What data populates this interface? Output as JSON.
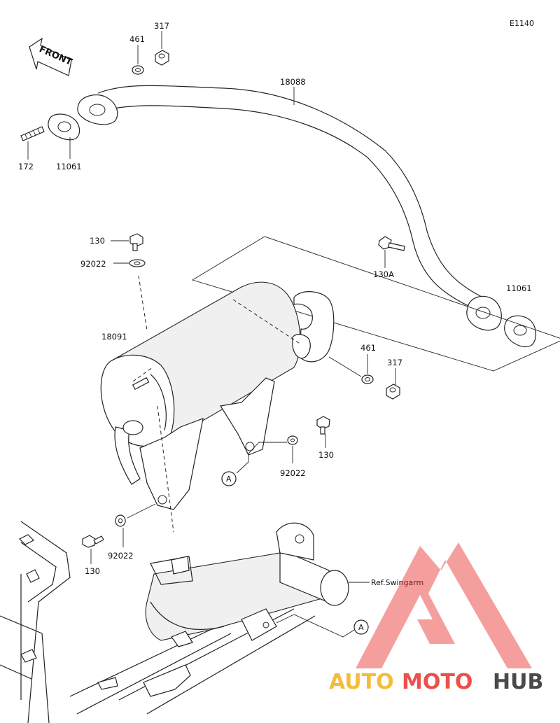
{
  "diagram": {
    "code": "E1140",
    "front_label": "FRONT",
    "ref_label": "Ref.Swingarm",
    "callout_letter": "A",
    "parts": {
      "p317_top": "317",
      "p461_top": "461",
      "p18088": "18088",
      "p172": "172",
      "p11061_left": "11061",
      "p130_top": "130",
      "p92022_top": "92022",
      "p130A": "130A",
      "p11061_right": "11061",
      "p18091": "18091",
      "p461_right": "461",
      "p317_right": "317",
      "p130_mid": "130",
      "p92022_mid": "92022",
      "p92022_low": "92022",
      "p130_low": "130"
    }
  },
  "watermark": {
    "colors": {
      "accent": "#e8322d",
      "dark": "#2b2b2b",
      "yellow": "#f2b21b"
    },
    "text_auto": "AUTO",
    "text_moto": "MOTO",
    "text_hub": "HUB"
  }
}
